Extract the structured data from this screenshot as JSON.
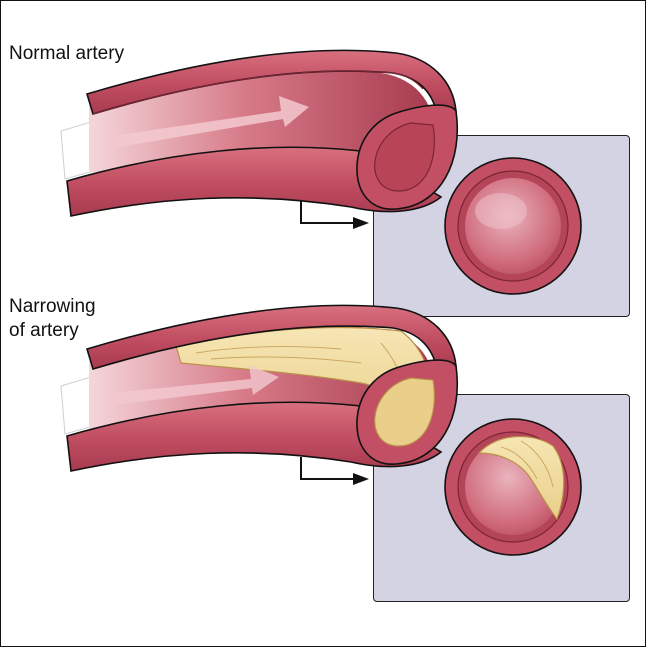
{
  "labels": {
    "normal_artery": "Normal artery",
    "narrowing_line1": "Narrowing",
    "narrowing_line2": "of artery"
  },
  "colors": {
    "artery_outer": "#c9556a",
    "artery_dark": "#a8364b",
    "artery_inner": "#b94457",
    "lumen_light": "#e28c99",
    "plaque": "#f1dca1",
    "plaque_edge": "#c9a35a",
    "panel_bg": "#d3d3e3",
    "outline": "#111111"
  },
  "icons": {
    "flow_arrow": "flow-arrow-icon",
    "pointer_arrow": "callout-arrow-icon"
  }
}
